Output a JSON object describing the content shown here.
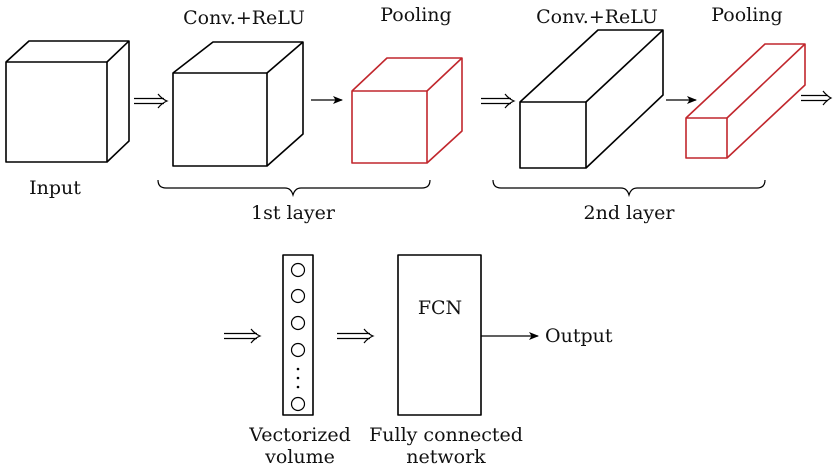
{
  "labels": {
    "input": "Input",
    "conv1": "Conv.+ReLU",
    "pool1": "Pooling",
    "conv2": "Conv.+ReLU",
    "pool2": "Pooling",
    "layer1": "1st layer",
    "layer2": "2nd layer",
    "fcn": "FCN",
    "output": "Output",
    "vectorized_line1": "Vectorized",
    "vectorized_line2": "volume",
    "fully_line1": "Fully connected",
    "fully_line2": "network"
  },
  "colors": {
    "stroke": "#000000",
    "pooling_stroke": "#c1272d"
  }
}
